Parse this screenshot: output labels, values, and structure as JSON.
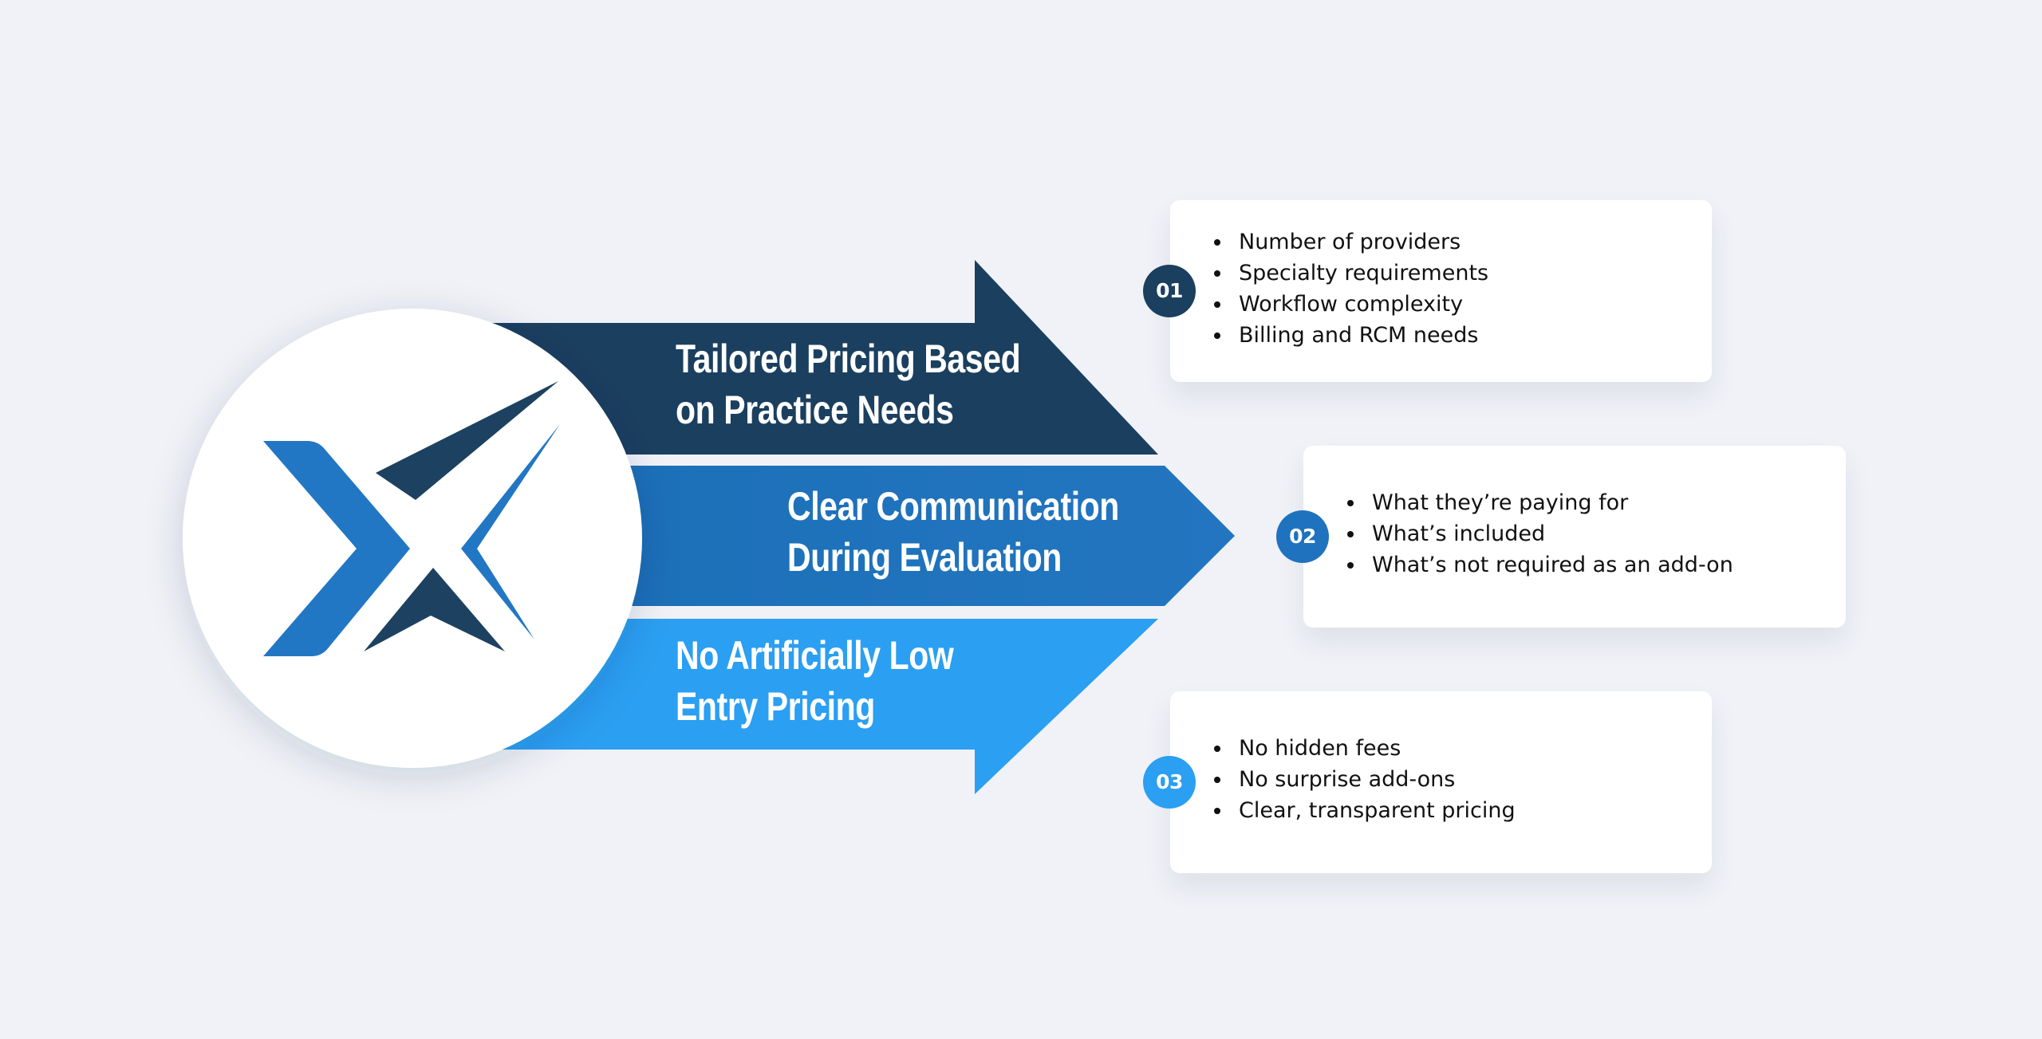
{
  "colors": {
    "background": "#f0f2f7",
    "navy": "#1b3f5f",
    "blue": "#1f72bd",
    "light_blue": "#2b9ff2",
    "card": "#ffffff"
  },
  "logo": {
    "name": "x-checkmark-logo"
  },
  "steps": [
    {
      "title_lines": [
        "Tailored Pricing Based",
        "on Practice Needs"
      ],
      "number": "01",
      "bullets": [
        "Number of providers",
        "Specialty requirements",
        "Workflow complexity",
        "Billing and RCM needs"
      ]
    },
    {
      "title_lines": [
        "Clear Communication",
        "During Evaluation"
      ],
      "number": "02",
      "bullets": [
        "What they’re paying for",
        "What’s included",
        "What’s not required as an add-on"
      ]
    },
    {
      "title_lines": [
        "No Artificially Low",
        "Entry Pricing"
      ],
      "number": "03",
      "bullets": [
        "No hidden fees",
        "No surprise add-ons",
        "Clear, transparent pricing"
      ]
    }
  ]
}
